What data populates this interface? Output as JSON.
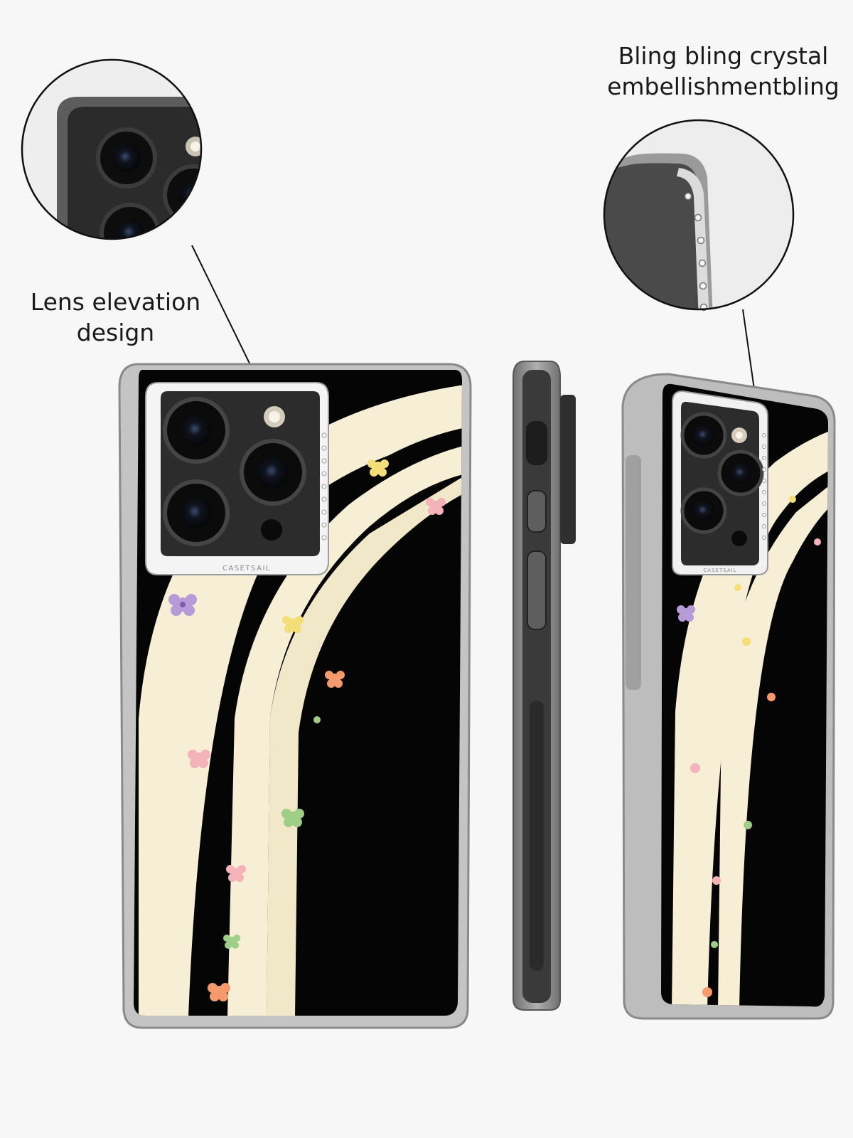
{
  "callouts": {
    "lens": {
      "line1": "Lens elevation",
      "line2": "design"
    },
    "bling": {
      "line1": "Bling bling crystal",
      "line2": "embellishmentbling"
    }
  },
  "brand": {
    "name": "CASETSAIL"
  },
  "colors": {
    "background": "#f7f7f7",
    "case_back": "#050505",
    "stripe": "#f6efd6",
    "clear_bumper": "#8a8a8a",
    "camera_island": "#2a2a2a",
    "flower_purple": "#b79bd8",
    "flower_yellow": "#f3de78",
    "flower_pink": "#f4b3b8",
    "flower_green": "#9fce86",
    "flower_orange": "#f59a6b"
  }
}
